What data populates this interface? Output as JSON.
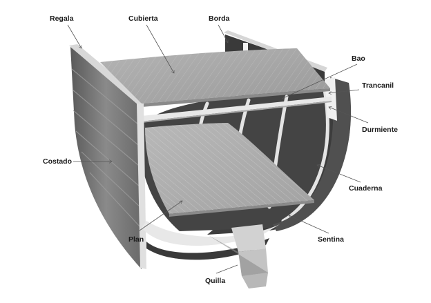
{
  "diagram": {
    "subject": "Ship hull cross-section",
    "labels": {
      "regala": "Regala",
      "cubierta": "Cubierta",
      "borda": "Borda",
      "bao": "Bao",
      "trancanil": "Trancanil",
      "durmiente": "Durmiente",
      "costado": "Costado",
      "cuaderna": "Cuaderna",
      "plan": "Plan",
      "sentina": "Sentina",
      "quilla": "Quilla"
    },
    "colors": {
      "background": "#ffffff",
      "text": "#1a1a1a",
      "leader": "#555555",
      "deck": "#a9a9a9",
      "hull_dark": "#3e3e3e",
      "hull_mid": "#7a7a7a",
      "frame": "#e6e6e6"
    }
  }
}
